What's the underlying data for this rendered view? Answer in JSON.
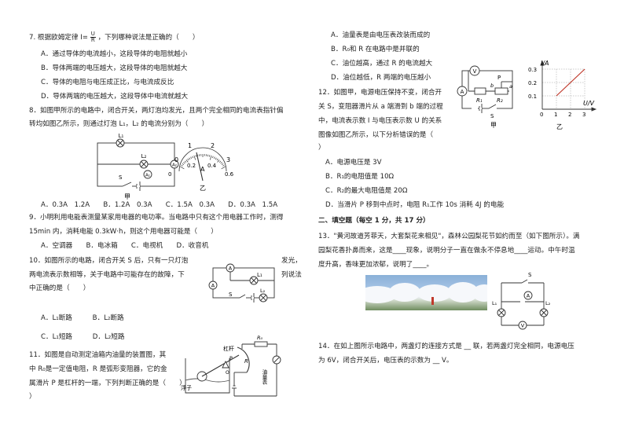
{
  "left": {
    "q7": {
      "stem": "7. 根据欧姆定律 I= ",
      "formula_num": "U",
      "formula_den": "R",
      "stem2": "，下列哪种说法是正确的（　　）",
      "options": [
        "A．通过导体的电流越小，这段导体的电阻就越小",
        "B．导体两端的电压越大，这段导体的电阻就越大",
        "C．导体的电阻与电压成正比，与电流成反比",
        "D．导体两端的电压越大，这段导体中电流就越大"
      ]
    },
    "q8": {
      "line1": "8．如图甲所示的电路中，闭合开关，两灯泡均发光，且两个完全相同的电流表指针偏",
      "line2": "转均如图乙所示，则通过灯泡 L₁，L₂ 的电流分别为（　　）",
      "fig_jia": "甲",
      "fig_yi": "乙",
      "options_line": "A．0.3A　1.2A　　B．1.2A　0.3A　　C．1.5A　0.3A　　D．0.3A　1.5A",
      "circuit_labels": {
        "l1": "L₁",
        "l2": "L₂",
        "s": "S",
        "a1": "A₁",
        "a2": "A₂"
      },
      "meter_ticks": [
        "0",
        "1",
        "2",
        "3",
        "0.2",
        "0.4",
        "0.6"
      ],
      "meter_unit": "A"
    },
    "q9": {
      "line1": "9．小明利用电能表测量某家用电器的电功率。当电路中只有这个用电器工作时，测得",
      "line2": "15min 内，消耗电能 0.3kW·h，则这个用电器可能是（　　）",
      "options_line": "A．空调器　　B．电冰箱　　C．电视机　　D．收音机"
    },
    "q10": {
      "line1": "10．如图所示的电路，闭合开关 S 后，只有一只灯泡",
      "line1b": "发光，",
      "line2": "两电流表示数相等，关于电路中可能存在的故障，下",
      "line2b": "列说法",
      "line3": "中正确的是（　　）",
      "opt_ab": "A．L₁断路　　　B．L₂断路",
      "opt_cd": "C．L₁短路　　　D．L₂短路",
      "circuit_labels": {
        "a_top": "A",
        "a_left": "A",
        "l1": "L₁",
        "l2": "L₂",
        "s": "S"
      }
    },
    "q11": {
      "line1": "11．如图是自动测定油箱内油量的装置图，其",
      "line2": "中 R₀是一定值电阻，R 是弧形变阻器，它的金",
      "line3": "属滑片 P 是杠杆的一端，下列判断正确的是（　　）",
      "line4": "）",
      "fig_labels": {
        "lever": "杠杆",
        "float": "浮子",
        "p": "P",
        "r": "R",
        "r0": "R₀",
        "o": "O",
        "gauge": "油量表"
      }
    }
  },
  "right": {
    "q11_options": [
      "A．油量表是由电压表改装而成的",
      "B．R₀和 R 在电路中是并联的",
      "C．油位越高，通过 R 的电流越大",
      "D．油位越低，R 两端的电压越小"
    ],
    "q12": {
      "line1": "12．如图甲，电源电压保持不变，闭合开",
      "line2": "关 S，变阻器滑片从 a 端滑到 b 端的过程",
      "line3": "中，电流表示数 I 与电压表示数 U 的关系",
      "line4": "图像如图乙所示，以下分析错误的是（",
      "line5": "）",
      "options": [
        "A．电源电压是 3V",
        "B．R₁的电阻值是 10Ω",
        "C．R₂的最大电阻值是 20Ω",
        "D．当滑片 P 移到中点时，电阻 R₁工作 10s 消耗 4J 的电能"
      ],
      "fig_jia": "甲",
      "fig_yi": "乙",
      "graph": {
        "ylabel": "I/A",
        "xlabel": "U/V",
        "y_ticks": [
          "0.3",
          "0.2",
          "0.1"
        ],
        "x_ticks": [
          "0",
          "1",
          "2",
          "3"
        ]
      },
      "circuit_labels": {
        "v": "V",
        "a": "A",
        "r1": "R₁",
        "r2": "R₂",
        "p": "P",
        "a_end": "a",
        "b_end": "b",
        "s": "S"
      }
    },
    "section2": "二、填空题（每空 1 分，共 17 分）",
    "q13": {
      "line1": "13．\"黄河故道芳菲天，大套梨花来相见\"，森林公园梨花节如约而至（如下图所示）。满",
      "line2": "园梨花香扑鼻而来，这是____现象，说明分子一直在做永不停息地____运动。中午时温",
      "line3": "度升高，香味更加浓郁，说明了____。"
    },
    "q14": {
      "line1": "14．在如上图所示电路中，两盏灯的连接方式是 __ 联，若两盏灯完全相同，电源电压",
      "line2": "为 6V，闭合开关后，电压表的示数为 __ V。",
      "circuit_labels": {
        "s": "S",
        "a": "A",
        "v": "V",
        "l1": "L₁",
        "l2": "L₂"
      }
    }
  }
}
